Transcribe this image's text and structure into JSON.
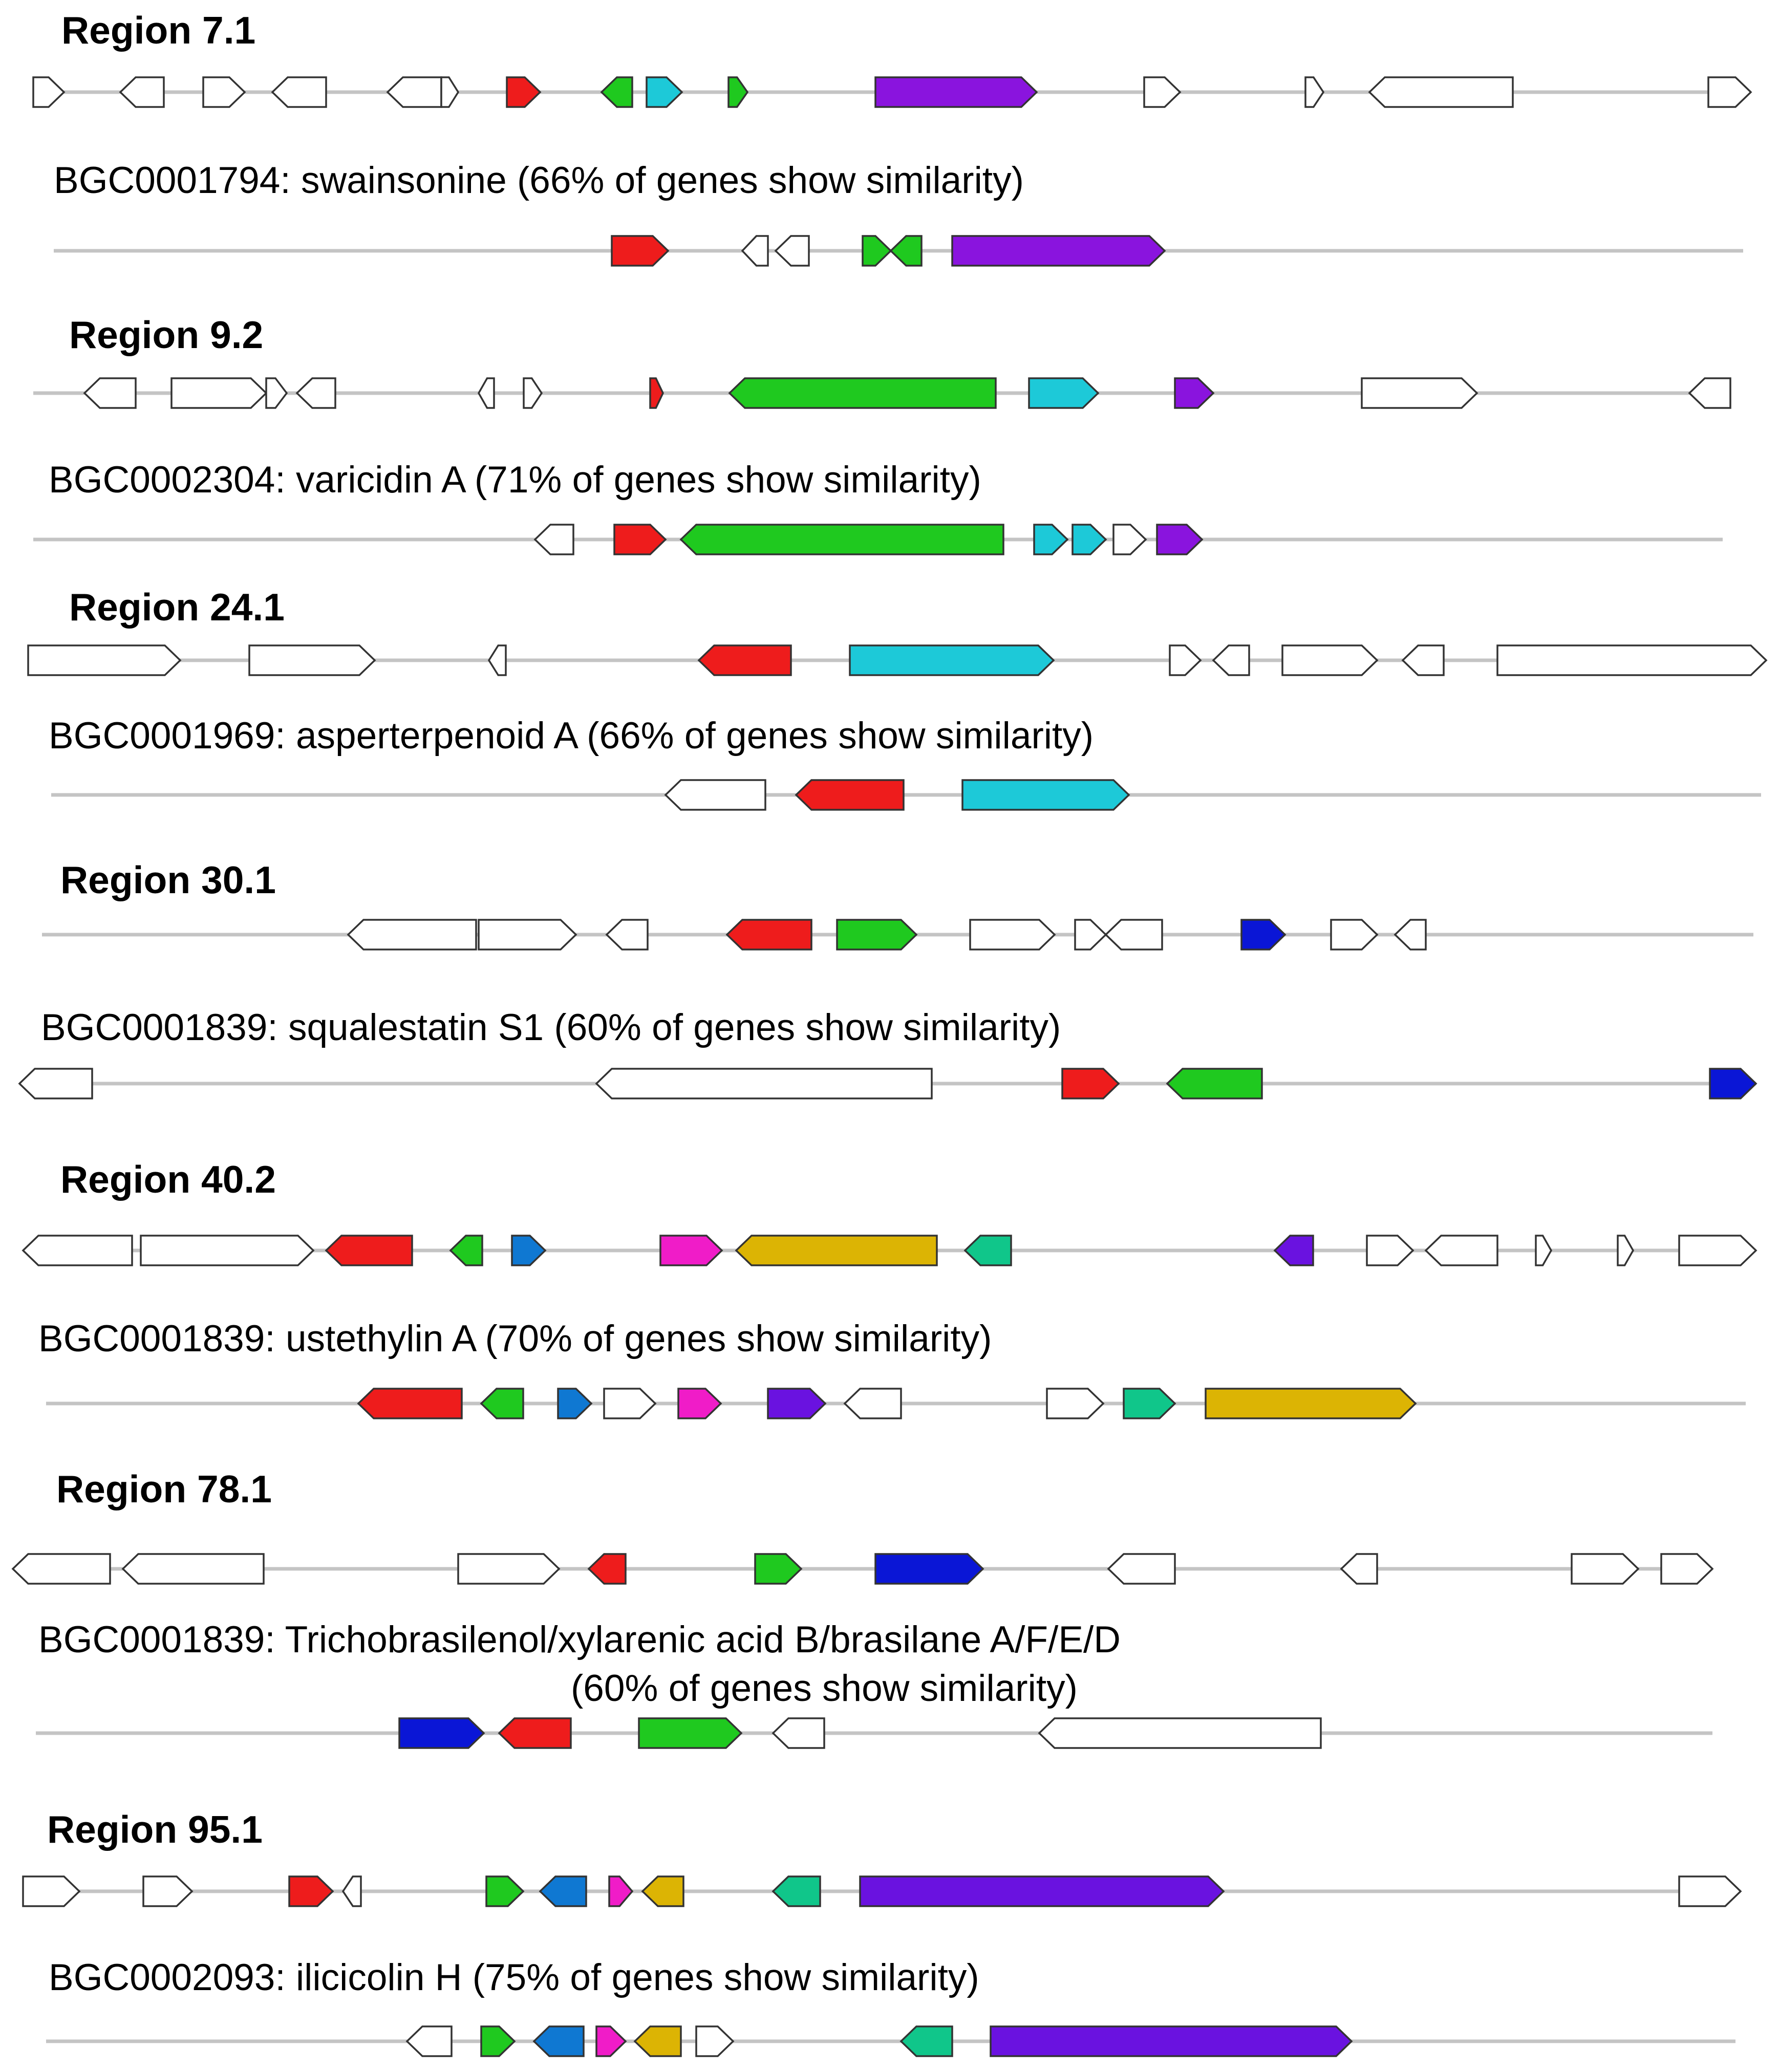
{
  "colors": {
    "red": "#ee1c1c",
    "green": "#1fc91f",
    "cyan": "#1dc9d8",
    "purple": "#8a14de",
    "violet": "#6a12e0",
    "blue": "#0a16d6",
    "azure": "#0f78d2",
    "magenta": "#f01cc8",
    "gold": "#dcb404",
    "teal": "#10c68a",
    "white": "#ffffff",
    "line": "#c4c4c4",
    "outline": "#333333"
  },
  "tracks": [
    {
      "id": "region-7-1",
      "kind": "region",
      "label": "Region 7.1",
      "genes": [
        {
          "strand": "+",
          "color": "white"
        },
        {
          "strand": "-",
          "color": "white"
        },
        {
          "strand": "+",
          "color": "white"
        },
        {
          "strand": "-",
          "color": "white"
        },
        {
          "strand": "-",
          "color": "white"
        },
        {
          "strand": "+",
          "color": "white"
        },
        {
          "strand": "+",
          "color": "red"
        },
        {
          "strand": "-",
          "color": "green"
        },
        {
          "strand": "+",
          "color": "cyan"
        },
        {
          "strand": "+",
          "color": "green"
        },
        {
          "strand": "+",
          "color": "purple"
        },
        {
          "strand": "+",
          "color": "white"
        },
        {
          "strand": "+",
          "color": "white"
        },
        {
          "strand": "-",
          "color": "white"
        },
        {
          "strand": "+",
          "color": "white"
        }
      ]
    },
    {
      "id": "bgc-swainsonine",
      "kind": "bgc",
      "label": "BGC0001794: swainsonine (66% of genes show similarity)",
      "genes": [
        {
          "strand": "+",
          "color": "red"
        },
        {
          "strand": "-",
          "color": "white"
        },
        {
          "strand": "-",
          "color": "white"
        },
        {
          "strand": "+",
          "color": "green"
        },
        {
          "strand": "-",
          "color": "green"
        },
        {
          "strand": "+",
          "color": "purple"
        }
      ]
    },
    {
      "id": "region-9-2",
      "kind": "region",
      "label": "Region 9.2",
      "genes": [
        {
          "strand": "-",
          "color": "white"
        },
        {
          "strand": "+",
          "color": "white"
        },
        {
          "strand": "+",
          "color": "white"
        },
        {
          "strand": "-",
          "color": "white"
        },
        {
          "strand": "-",
          "color": "white"
        },
        {
          "strand": "+",
          "color": "white"
        },
        {
          "strand": "+",
          "color": "red"
        },
        {
          "strand": "-",
          "color": "green"
        },
        {
          "strand": "+",
          "color": "cyan"
        },
        {
          "strand": "+",
          "color": "purple"
        },
        {
          "strand": "+",
          "color": "white"
        },
        {
          "strand": "-",
          "color": "white"
        }
      ]
    },
    {
      "id": "bgc-varicidin",
      "kind": "bgc",
      "label": "BGC0002304: varicidin A (71% of genes show similarity)",
      "genes": [
        {
          "strand": "-",
          "color": "white"
        },
        {
          "strand": "+",
          "color": "red"
        },
        {
          "strand": "-",
          "color": "green"
        },
        {
          "strand": "+",
          "color": "cyan"
        },
        {
          "strand": "+",
          "color": "cyan"
        },
        {
          "strand": "+",
          "color": "white"
        },
        {
          "strand": "+",
          "color": "purple"
        }
      ]
    },
    {
      "id": "region-24-1",
      "kind": "region",
      "label": "Region 24.1",
      "genes": [
        {
          "strand": "+",
          "color": "white"
        },
        {
          "strand": "+",
          "color": "white"
        },
        {
          "strand": "-",
          "color": "white"
        },
        {
          "strand": "-",
          "color": "red"
        },
        {
          "strand": "+",
          "color": "cyan"
        },
        {
          "strand": "+",
          "color": "white"
        },
        {
          "strand": "-",
          "color": "white"
        },
        {
          "strand": "+",
          "color": "white"
        },
        {
          "strand": "-",
          "color": "white"
        },
        {
          "strand": "+",
          "color": "white"
        }
      ]
    },
    {
      "id": "bgc-asperterpenoid",
      "kind": "bgc",
      "label": "BGC0001969: asperterpenoid A (66% of genes show similarity)",
      "genes": [
        {
          "strand": "-",
          "color": "white"
        },
        {
          "strand": "-",
          "color": "red"
        },
        {
          "strand": "+",
          "color": "cyan"
        }
      ]
    },
    {
      "id": "region-30-1",
      "kind": "region",
      "label": "Region 30.1",
      "genes": [
        {
          "strand": "-",
          "color": "white"
        },
        {
          "strand": "+",
          "color": "white"
        },
        {
          "strand": "-",
          "color": "white"
        },
        {
          "strand": "-",
          "color": "red"
        },
        {
          "strand": "+",
          "color": "green"
        },
        {
          "strand": "+",
          "color": "white"
        },
        {
          "strand": "+",
          "color": "white"
        },
        {
          "strand": "-",
          "color": "white"
        },
        {
          "strand": "+",
          "color": "blue"
        },
        {
          "strand": "+",
          "color": "white"
        },
        {
          "strand": "-",
          "color": "white"
        }
      ]
    },
    {
      "id": "bgc-squalestatin",
      "kind": "bgc",
      "label": "BGC0001839: squalestatin S1 (60% of genes show similarity)",
      "genes": [
        {
          "strand": "-",
          "color": "white"
        },
        {
          "strand": "-",
          "color": "white"
        },
        {
          "strand": "+",
          "color": "red"
        },
        {
          "strand": "-",
          "color": "green"
        },
        {
          "strand": "+",
          "color": "blue"
        }
      ]
    },
    {
      "id": "region-40-2",
      "kind": "region",
      "label": "Region 40.2",
      "genes": [
        {
          "strand": "-",
          "color": "white"
        },
        {
          "strand": "+",
          "color": "white"
        },
        {
          "strand": "-",
          "color": "red"
        },
        {
          "strand": "-",
          "color": "green"
        },
        {
          "strand": "+",
          "color": "azure"
        },
        {
          "strand": "+",
          "color": "magenta"
        },
        {
          "strand": "-",
          "color": "gold"
        },
        {
          "strand": "-",
          "color": "teal"
        },
        {
          "strand": "-",
          "color": "violet"
        },
        {
          "strand": "+",
          "color": "white"
        },
        {
          "strand": "-",
          "color": "white"
        },
        {
          "strand": "+",
          "color": "white"
        },
        {
          "strand": "+",
          "color": "white"
        },
        {
          "strand": "+",
          "color": "white"
        }
      ]
    },
    {
      "id": "bgc-ustethylin",
      "kind": "bgc",
      "label": "BGC0001839: ustethylin A (70% of genes show similarity)",
      "genes": [
        {
          "strand": "-",
          "color": "red"
        },
        {
          "strand": "-",
          "color": "green"
        },
        {
          "strand": "+",
          "color": "azure"
        },
        {
          "strand": "+",
          "color": "white"
        },
        {
          "strand": "+",
          "color": "magenta"
        },
        {
          "strand": "+",
          "color": "violet"
        },
        {
          "strand": "-",
          "color": "white"
        },
        {
          "strand": "+",
          "color": "white"
        },
        {
          "strand": "+",
          "color": "teal"
        },
        {
          "strand": "+",
          "color": "gold"
        }
      ]
    },
    {
      "id": "region-78-1",
      "kind": "region",
      "label": "Region 78.1",
      "genes": [
        {
          "strand": "-",
          "color": "white"
        },
        {
          "strand": "-",
          "color": "white"
        },
        {
          "strand": "+",
          "color": "white"
        },
        {
          "strand": "-",
          "color": "red"
        },
        {
          "strand": "+",
          "color": "green"
        },
        {
          "strand": "+",
          "color": "blue"
        },
        {
          "strand": "-",
          "color": "white"
        },
        {
          "strand": "-",
          "color": "white"
        },
        {
          "strand": "+",
          "color": "white"
        },
        {
          "strand": "+",
          "color": "white"
        }
      ]
    },
    {
      "id": "bgc-trichobrasilenol",
      "kind": "bgc",
      "label": "BGC0001839: Trichobrasilenol/xylarenic acid B/brasilane A/F/E/D",
      "label2": "(60% of genes show similarity)",
      "genes": [
        {
          "strand": "+",
          "color": "blue"
        },
        {
          "strand": "-",
          "color": "red"
        },
        {
          "strand": "+",
          "color": "green"
        },
        {
          "strand": "-",
          "color": "white"
        },
        {
          "strand": "-",
          "color": "white"
        }
      ]
    },
    {
      "id": "region-95-1",
      "kind": "region",
      "label": "Region 95.1",
      "genes": [
        {
          "strand": "+",
          "color": "white"
        },
        {
          "strand": "+",
          "color": "white"
        },
        {
          "strand": "+",
          "color": "red"
        },
        {
          "strand": "-",
          "color": "white"
        },
        {
          "strand": "+",
          "color": "green"
        },
        {
          "strand": "-",
          "color": "azure"
        },
        {
          "strand": "+",
          "color": "magenta"
        },
        {
          "strand": "-",
          "color": "gold"
        },
        {
          "strand": "-",
          "color": "teal"
        },
        {
          "strand": "+",
          "color": "violet"
        },
        {
          "strand": "+",
          "color": "white"
        }
      ]
    },
    {
      "id": "bgc-ilicicolin",
      "kind": "bgc",
      "label": "BGC0002093: ilicicolin H (75% of genes show similarity)",
      "genes": [
        {
          "strand": "-",
          "color": "white"
        },
        {
          "strand": "+",
          "color": "green"
        },
        {
          "strand": "-",
          "color": "azure"
        },
        {
          "strand": "+",
          "color": "magenta"
        },
        {
          "strand": "-",
          "color": "gold"
        },
        {
          "strand": "+",
          "color": "white"
        },
        {
          "strand": "-",
          "color": "teal"
        },
        {
          "strand": "+",
          "color": "violet"
        }
      ]
    }
  ]
}
